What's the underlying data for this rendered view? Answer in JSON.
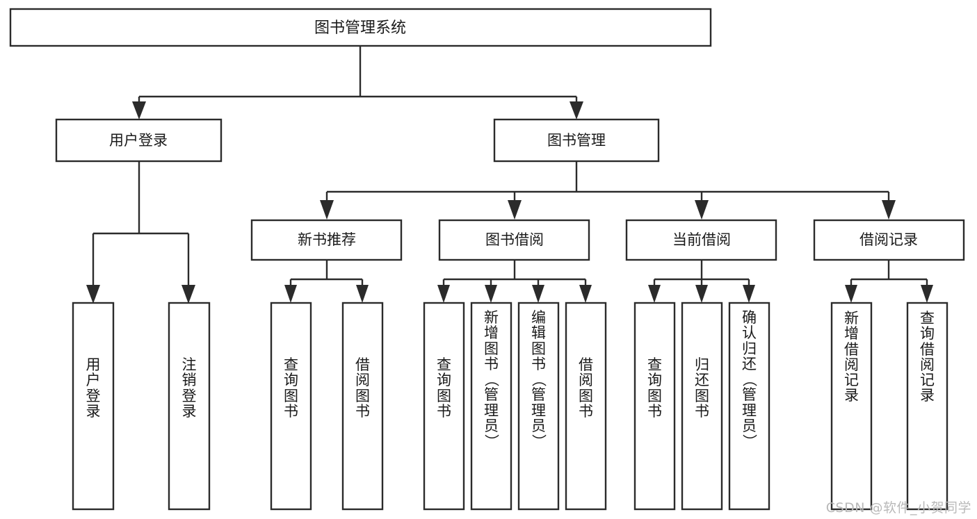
{
  "diagram": {
    "type": "tree",
    "title": "图书管理系统",
    "root": {
      "id": "root",
      "label": "图书管理系统",
      "orientation": "horizontal"
    },
    "level2": [
      {
        "id": "user-login",
        "label": "用户登录",
        "orientation": "horizontal"
      },
      {
        "id": "book-management",
        "label": "图书管理",
        "orientation": "horizontal"
      }
    ],
    "level3": [
      {
        "id": "new-book-recommend",
        "label": "新书推荐",
        "orientation": "horizontal",
        "parent": "book-management"
      },
      {
        "id": "book-borrow",
        "label": "图书借阅",
        "orientation": "horizontal",
        "parent": "book-management"
      },
      {
        "id": "current-borrow",
        "label": "当前借阅",
        "orientation": "horizontal",
        "parent": "book-management"
      },
      {
        "id": "borrow-record",
        "label": "借阅记录",
        "orientation": "horizontal",
        "parent": "book-management"
      }
    ],
    "leaves": [
      {
        "id": "leaf-user-login",
        "label": "用户登录",
        "chars": [
          "用",
          "户",
          "登",
          "录"
        ],
        "parent": "user-login",
        "orientation": "vertical"
      },
      {
        "id": "leaf-logout",
        "label": "注销登录",
        "chars": [
          "注",
          "销",
          "登",
          "录"
        ],
        "parent": "user-login",
        "orientation": "vertical"
      },
      {
        "id": "leaf-query-book-nbr",
        "label": "查询图书",
        "chars": [
          "查",
          "询",
          "图",
          "书"
        ],
        "parent": "new-book-recommend",
        "orientation": "vertical"
      },
      {
        "id": "leaf-borrow-book-nbr",
        "label": "借阅图书",
        "chars": [
          "借",
          "阅",
          "图",
          "书"
        ],
        "parent": "new-book-recommend",
        "orientation": "vertical"
      },
      {
        "id": "leaf-query-book-bb",
        "label": "查询图书",
        "chars": [
          "查",
          "询",
          "图",
          "书"
        ],
        "parent": "book-borrow",
        "orientation": "vertical"
      },
      {
        "id": "leaf-add-book",
        "label": "新增图书（管理员）",
        "chars": [
          "新",
          "增",
          "图",
          "书",
          "（",
          "管",
          "理",
          "员",
          "）"
        ],
        "parent": "book-borrow",
        "orientation": "vertical"
      },
      {
        "id": "leaf-edit-book",
        "label": "编辑图书（管理员）",
        "chars": [
          "编",
          "辑",
          "图",
          "书",
          "（",
          "管",
          "理",
          "员",
          "）"
        ],
        "parent": "book-borrow",
        "orientation": "vertical"
      },
      {
        "id": "leaf-borrow-book-bb",
        "label": "借阅图书",
        "chars": [
          "借",
          "阅",
          "图",
          "书"
        ],
        "parent": "book-borrow",
        "orientation": "vertical"
      },
      {
        "id": "leaf-query-book-cb",
        "label": "查询图书",
        "chars": [
          "查",
          "询",
          "图",
          "书"
        ],
        "parent": "current-borrow",
        "orientation": "vertical"
      },
      {
        "id": "leaf-return-book",
        "label": "归还图书",
        "chars": [
          "归",
          "还",
          "图",
          "书"
        ],
        "parent": "current-borrow",
        "orientation": "vertical"
      },
      {
        "id": "leaf-confirm-return",
        "label": "确认归还（管理员）",
        "chars": [
          "确",
          "认",
          "归",
          "还",
          "（",
          "管",
          "理",
          "员",
          "）"
        ],
        "parent": "current-borrow",
        "orientation": "vertical"
      },
      {
        "id": "leaf-add-record",
        "label": "新增借阅记录",
        "chars": [
          "新",
          "增",
          "借",
          "阅",
          "记",
          "录"
        ],
        "parent": "borrow-record",
        "orientation": "vertical"
      },
      {
        "id": "leaf-query-record",
        "label": "查询借阅记录",
        "chars": [
          "查",
          "询",
          "借",
          "阅",
          "记",
          "录"
        ],
        "parent": "borrow-record",
        "orientation": "vertical"
      }
    ]
  },
  "watermark": {
    "text": "CSDN @软件_小贺同学"
  },
  "colors": {
    "stroke": "#2b2b2b",
    "fill": "#ffffff",
    "text": "#1a1a1a",
    "watermark": "#b9b9b9"
  }
}
